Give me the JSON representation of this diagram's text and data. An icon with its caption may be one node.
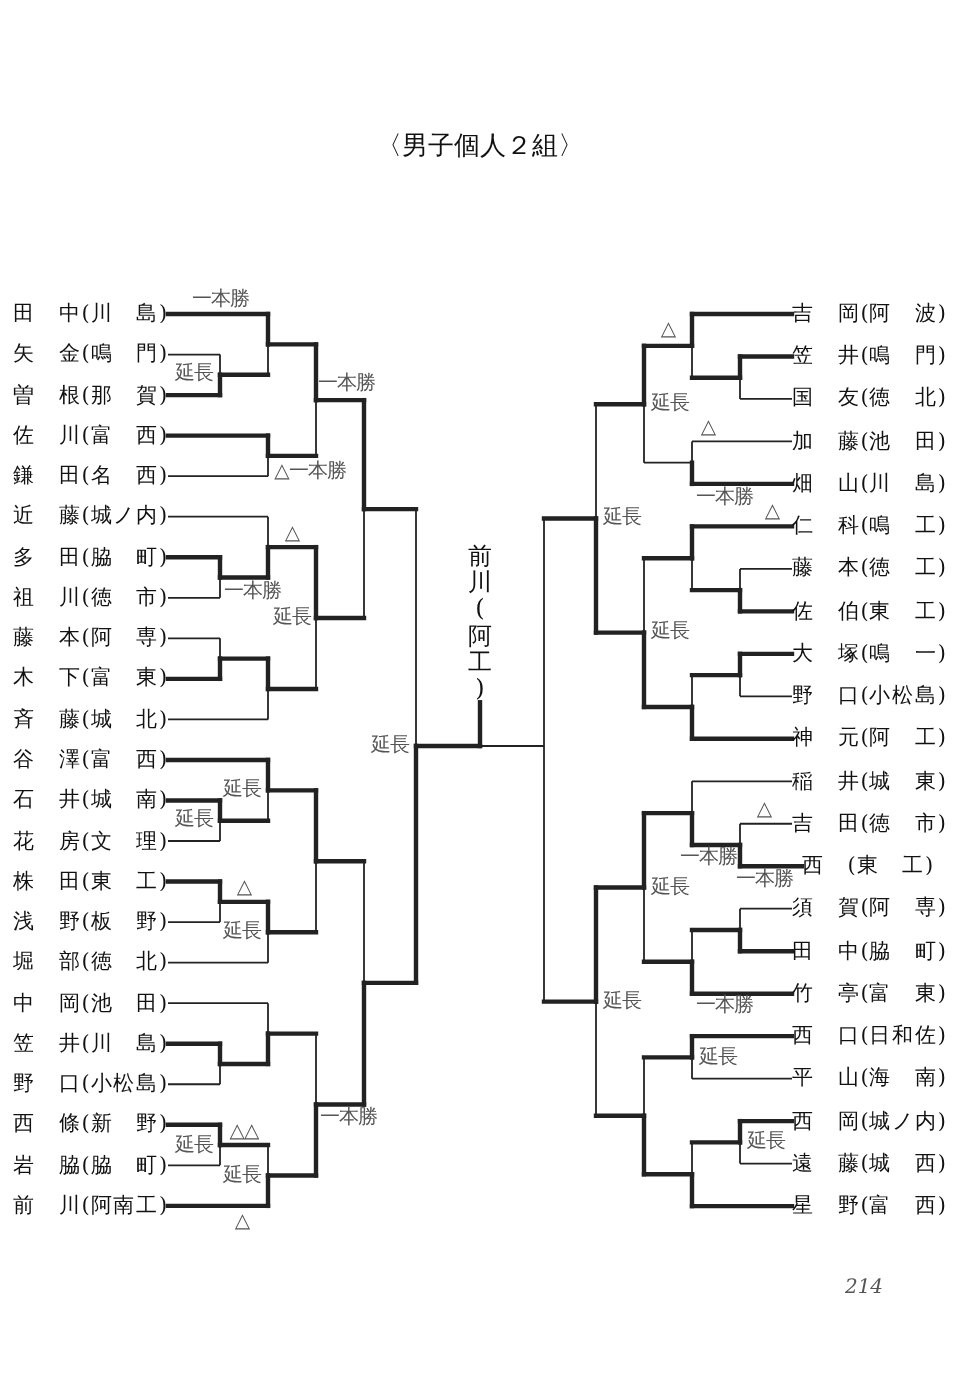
{
  "diagram": {
    "title": "〈男子個人２組〉",
    "nodes": [
      {
        "text": [
          "田　中(川　島)"
        ]
      },
      {
        "text": [
          "矢　金(鳴　門)"
        ]
      },
      {
        "text": [
          "曽　根(那　賀)"
        ]
      },
      {
        "text": [
          "佐　川(富　西)"
        ]
      },
      {
        "text": [
          "鎌　田(名　西)"
        ]
      },
      {
        "text": [
          "近　藤(城ノ内)"
        ]
      },
      {
        "text": [
          "多　田(脇　町)"
        ]
      },
      {
        "text": [
          "祖　川(徳　市)"
        ]
      },
      {
        "text": [
          "藤　本(阿　専)"
        ]
      },
      {
        "text": [
          "木　下(富　東)"
        ]
      },
      {
        "text": [
          "斉　藤(城　北)"
        ]
      },
      {
        "text": [
          "谷　澤(富　西)"
        ]
      },
      {
        "text": [
          "石　井(城　南)"
        ]
      },
      {
        "text": [
          "花　房(文　理)"
        ]
      },
      {
        "text": [
          "株　田(東　工)"
        ]
      },
      {
        "text": [
          "浅　野(板　野)"
        ]
      },
      {
        "text": [
          "堀　部(徳　北)"
        ]
      },
      {
        "text": [
          "中　岡(池　田)"
        ]
      },
      {
        "text": [
          "笠　井(川　島)"
        ]
      },
      {
        "text": [
          "野　口(小松島)"
        ]
      },
      {
        "text": [
          "西　條(新　野)"
        ]
      },
      {
        "text": [
          "岩　脇(脇　町)"
        ]
      },
      {
        "text": [
          "前　川(阿南工)"
        ]
      },
      {
        "text": [
          "前川(阿工)"
        ]
      },
      {
        "text": [
          "吉　岡(阿　波)"
        ]
      },
      {
        "text": [
          "笠　井(鳴　門)"
        ]
      },
      {
        "text": [
          "国　友(徳　北)"
        ]
      },
      {
        "text": [
          "加　藤(池　田)"
        ]
      },
      {
        "text": [
          "畑　山(川　島)"
        ]
      },
      {
        "text": [
          "仁　科(鳴　工)"
        ]
      },
      {
        "text": [
          "藤　本(徳　工)"
        ]
      },
      {
        "text": [
          "佐　伯(東　工)"
        ]
      },
      {
        "text": [
          "大　塚(鳴　一)"
        ]
      },
      {
        "text": [
          "野　口(小松島)"
        ]
      },
      {
        "text": [
          "神　元(阿　工)"
        ]
      },
      {
        "text": [
          "稲　井(城　東)"
        ]
      },
      {
        "text": [
          "吉　田(徳　市)"
        ]
      },
      {
        "text": [
          "西　(東　工)"
        ]
      },
      {
        "text": [
          "須　賀(阿　専)"
        ]
      },
      {
        "text": [
          "田　中(脇　町)"
        ]
      },
      {
        "text": [
          "竹　亭(富　東)"
        ]
      },
      {
        "text": [
          "西　口(日和佐)"
        ]
      },
      {
        "text": [
          "平　山(海　南)"
        ]
      },
      {
        "text": [
          "西　岡(城ノ内)"
        ]
      },
      {
        "text": [
          "遠　藤(城　西)"
        ]
      },
      {
        "text": [
          "星　野(富　西)"
        ]
      }
    ],
    "edges": [
      {
        "from": 0,
        "to": 23,
        "arrow": "none"
      },
      {
        "from": 1,
        "to": 23,
        "arrow": "none"
      },
      {
        "from": 2,
        "to": 23,
        "arrow": "none"
      },
      {
        "from": 3,
        "to": 23,
        "arrow": "none"
      },
      {
        "from": 4,
        "to": 23,
        "arrow": "none"
      },
      {
        "from": 5,
        "to": 23,
        "arrow": "none"
      },
      {
        "from": 6,
        "to": 23,
        "arrow": "none"
      },
      {
        "from": 7,
        "to": 23,
        "arrow": "none"
      },
      {
        "from": 8,
        "to": 23,
        "arrow": "none"
      },
      {
        "from": 9,
        "to": 23,
        "arrow": "none"
      },
      {
        "from": 10,
        "to": 23,
        "arrow": "none"
      },
      {
        "from": 11,
        "to": 23,
        "arrow": "none"
      },
      {
        "from": 12,
        "to": 23,
        "arrow": "none"
      },
      {
        "from": 13,
        "to": 23,
        "arrow": "none"
      },
      {
        "from": 14,
        "to": 23,
        "arrow": "none"
      },
      {
        "from": 15,
        "to": 23,
        "arrow": "none"
      },
      {
        "from": 16,
        "to": 23,
        "arrow": "none"
      },
      {
        "from": 17,
        "to": 23,
        "arrow": "none"
      },
      {
        "from": 18,
        "to": 23,
        "arrow": "none"
      },
      {
        "from": 19,
        "to": 23,
        "arrow": "none"
      },
      {
        "from": 20,
        "to": 23,
        "arrow": "none"
      },
      {
        "from": 21,
        "to": 23,
        "arrow": "none"
      },
      {
        "from": 22,
        "to": 23,
        "arrow": "none"
      },
      {
        "from": 24,
        "to": 23,
        "arrow": "none"
      },
      {
        "from": 25,
        "to": 23,
        "arrow": "none"
      },
      {
        "from": 26,
        "to": 23,
        "arrow": "none"
      },
      {
        "from": 27,
        "to": 23,
        "arrow": "none"
      },
      {
        "from": 28,
        "to": 23,
        "arrow": "none"
      },
      {
        "from": 29,
        "to": 23,
        "arrow": "none"
      },
      {
        "from": 30,
        "to": 23,
        "arrow": "none"
      },
      {
        "from": 31,
        "to": 23,
        "arrow": "none"
      },
      {
        "from": 32,
        "to": 23,
        "arrow": "none"
      },
      {
        "from": 33,
        "to": 23,
        "arrow": "none"
      },
      {
        "from": 34,
        "to": 23,
        "arrow": "none"
      },
      {
        "from": 35,
        "to": 23,
        "arrow": "none"
      },
      {
        "from": 36,
        "to": 23,
        "arrow": "none"
      },
      {
        "from": 37,
        "to": 23,
        "arrow": "none"
      },
      {
        "from": 38,
        "to": 23,
        "arrow": "none"
      },
      {
        "from": 39,
        "to": 23,
        "arrow": "none"
      },
      {
        "from": 40,
        "to": 23,
        "arrow": "none"
      },
      {
        "from": 41,
        "to": 23,
        "arrow": "none"
      },
      {
        "from": 42,
        "to": 23,
        "arrow": "none"
      },
      {
        "from": 43,
        "to": 23,
        "arrow": "none"
      },
      {
        "from": 44,
        "to": 23,
        "arrow": "none"
      },
      {
        "from": 45,
        "to": 23,
        "arrow": "none"
      }
    ],
    "labels": [
      "一本勝",
      "延長",
      "一本勝",
      "△一本勝",
      "△",
      "一本勝",
      "延長",
      "延長",
      "延長",
      "延長",
      "△",
      "延長",
      "一本勝",
      "延長",
      "△△",
      "延長",
      "△",
      "△",
      "延長",
      "△",
      "一本勝",
      "△",
      "延長",
      "延長",
      "△",
      "一本勝",
      "一本勝",
      "延長",
      "延長",
      "一本勝",
      "延長",
      "延長",
      "214"
    ]
  }
}
